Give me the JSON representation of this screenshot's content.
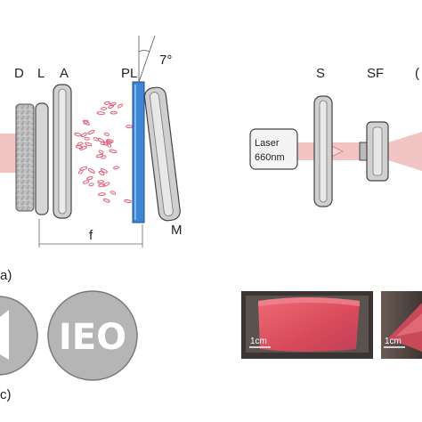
{
  "left_setup": {
    "labels": {
      "d": "D",
      "l": "L",
      "a": "A",
      "pl": "PL",
      "m": "M",
      "f": "f",
      "angle": "7°"
    },
    "panel_letter": "a)"
  },
  "right_setup": {
    "labels": {
      "s": "S",
      "sf": "SF",
      "cut": "( "
    },
    "laser": {
      "line1": "Laser",
      "line2": "660nm"
    }
  },
  "discs": {
    "left_text": "",
    "right_text": "IEO"
  },
  "photos": {
    "scale_left": "1cm",
    "scale_right": "1cm"
  },
  "bottom_panel_letter": "c)",
  "colors": {
    "beam": "#f2c4c4",
    "dots": "#e0607a",
    "plate": "#3d86d6",
    "lens_gray": "#c8c8c8",
    "disc_gray": "#b5b5b5",
    "photo_red": "#d84a5a"
  }
}
